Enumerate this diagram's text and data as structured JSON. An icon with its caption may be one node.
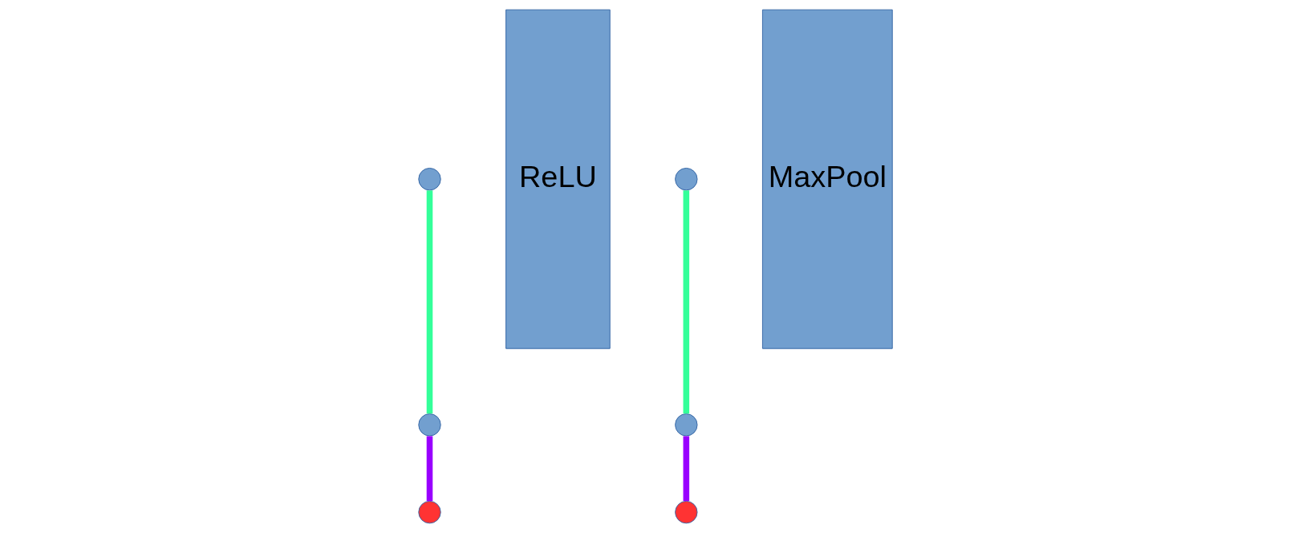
{
  "diagram": {
    "nodes": [
      {
        "text": [],
        "shape": "circle"
      },
      {
        "text": [],
        "shape": "circle"
      },
      {
        "text": [],
        "shape": "circle"
      },
      {
        "text": [
          "ReLU"
        ]
      },
      {
        "text": [],
        "shape": "circle"
      },
      {
        "text": [],
        "shape": "circle"
      },
      {
        "text": [],
        "shape": "circle"
      },
      {
        "text": [
          "MaxPool"
        ]
      }
    ],
    "edges": [
      {
        "from": 0,
        "to": 1,
        "arrow": "none",
        "color": "#33ff99"
      },
      {
        "from": 1,
        "to": 2,
        "arrow": "none",
        "color": "#9900ff"
      },
      {
        "from": 4,
        "to": 5,
        "arrow": "none",
        "color": "#33ff99"
      },
      {
        "from": 5,
        "to": 6,
        "arrow": "none",
        "color": "#9900ff"
      }
    ]
  }
}
